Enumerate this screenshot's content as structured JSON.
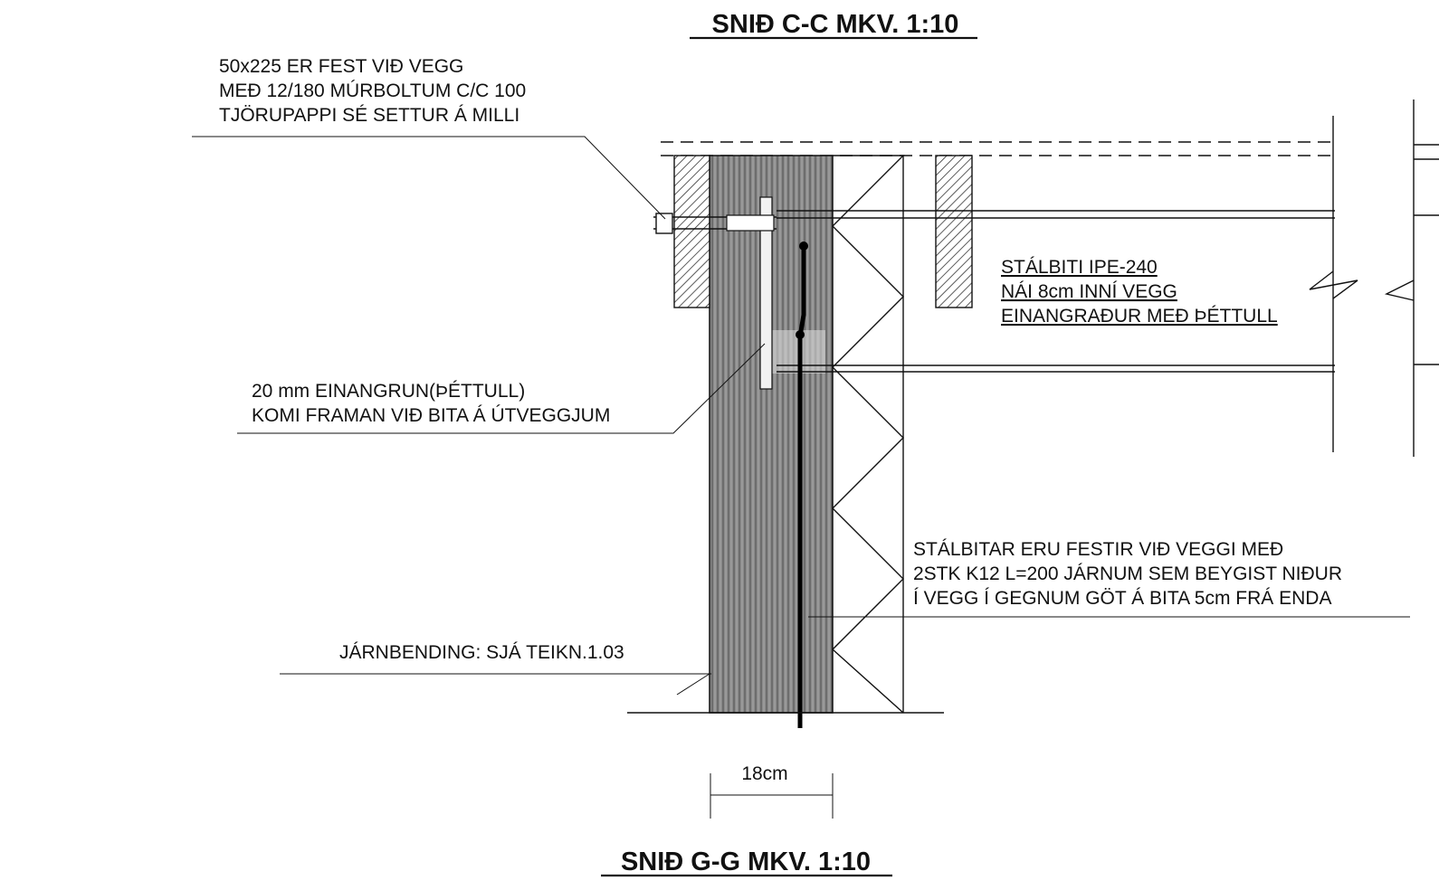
{
  "title_top": "SNIÐ C-C  MKV. 1:10",
  "title_bottom": "SNIÐ G-G  MKV. 1:10",
  "notes": {
    "beam_fixing": [
      "50x225 ER FEST VIÐ VEGG",
      "MEÐ 12/180 MÚRBOLTUM C/C 100",
      "TJÖRUPAPPI SÉ SETTUR Á MILLI"
    ],
    "insulation": [
      "20 mm EINANGRUN(ÞÉTTULL)",
      "KOMI FRAMAN VIÐ BITA Á ÚTVEGGJUM"
    ],
    "steel_beam": [
      "STÁLBITI IPE-240",
      "NÁI 8cm INNÍ VEGG",
      "EINANGRAÐUR MEÐ ÞÉTTULL"
    ],
    "beam_anchor": [
      "STÁLBITAR ERU FESTIR VIÐ VEGGI MEÐ",
      "2STK K12 L=200 JÁRNUM SEM BEYGIST NIÐUR",
      "Í VEGG Í GEGNUM GÖT Á BITA 5cm FRÁ ENDA"
    ],
    "rebar": "JÁRNBENDING: SJÁ TEIKN.1.03"
  },
  "dimension": "18cm"
}
